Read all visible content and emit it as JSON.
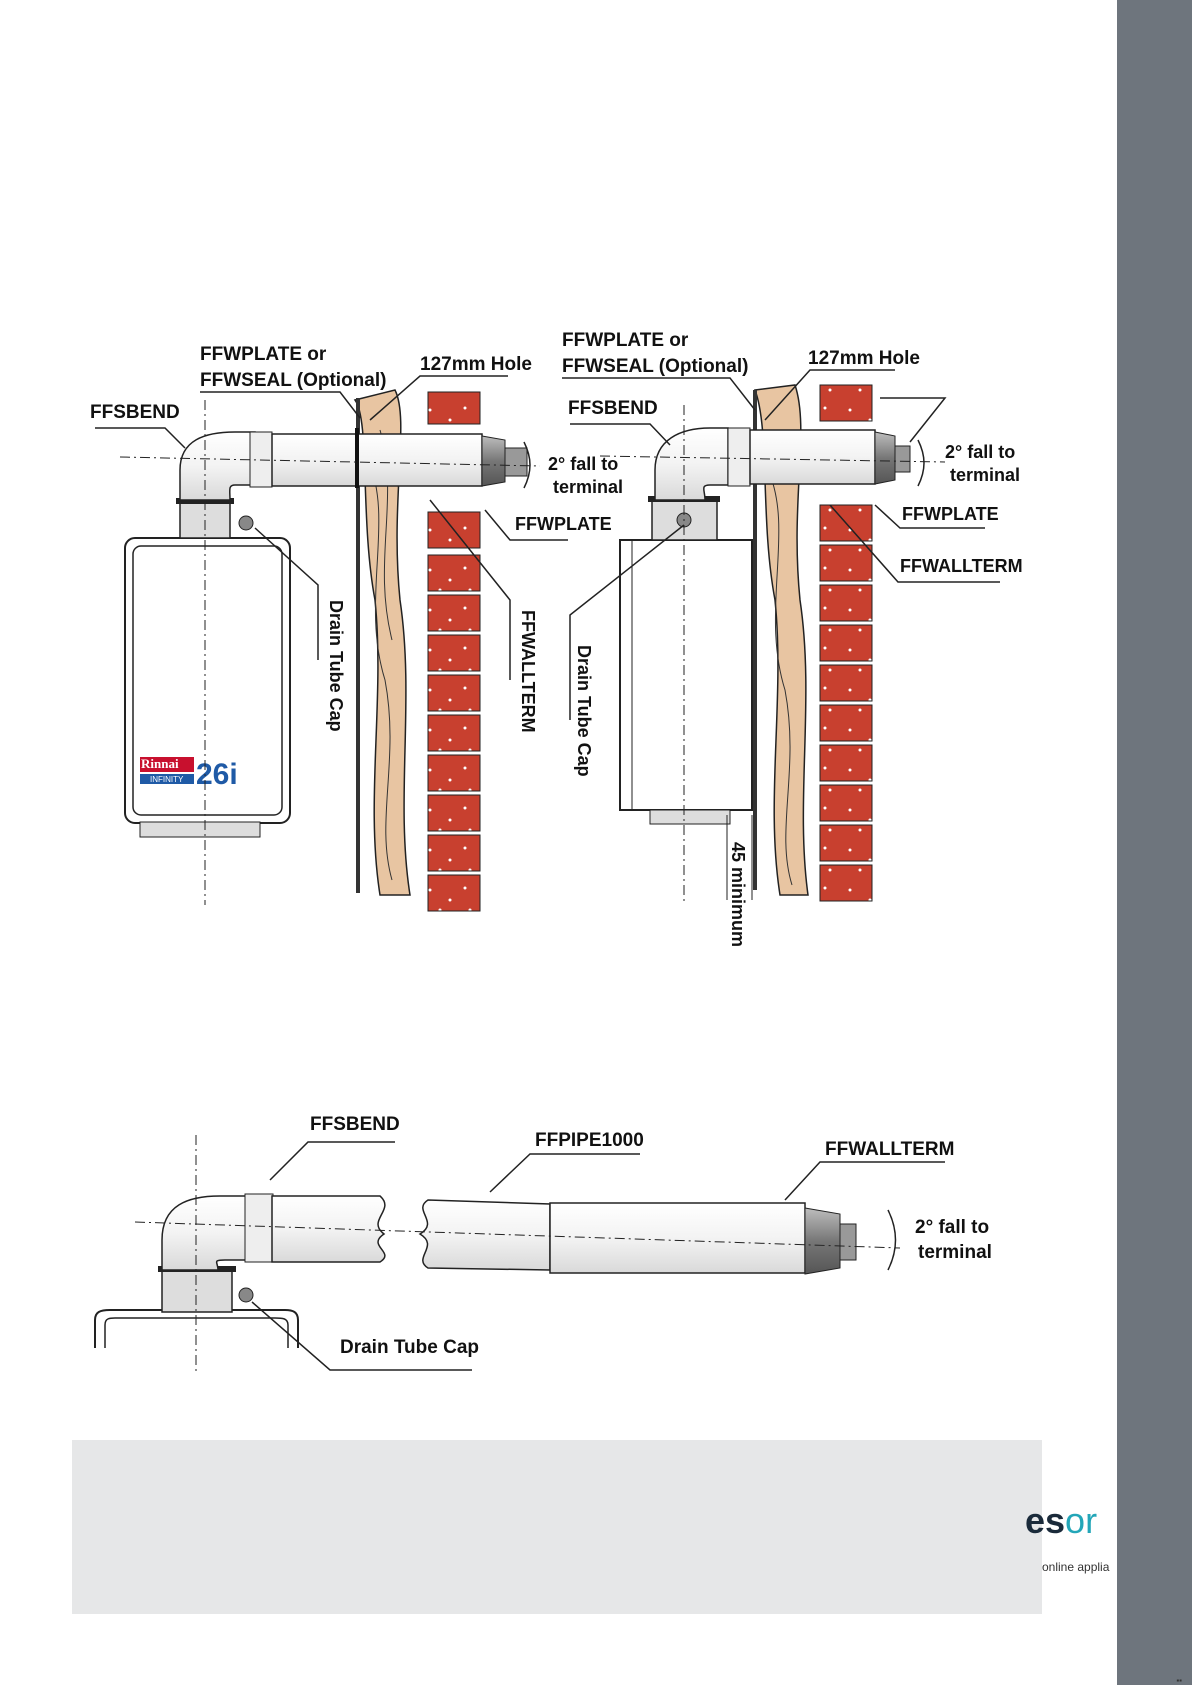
{
  "labels": {
    "top_left": {
      "plate": "FFWPLATE or",
      "seal": "FFWSEAL (Optional)",
      "hole": "127mm Hole",
      "bend": "FFSBEND",
      "fall1": "2° fall to",
      "fall2": "terminal",
      "wplate": "FFWPLATE",
      "wallterm": "FFWALLTERM",
      "drain": "Drain Tube Cap"
    },
    "top_right": {
      "plate": "FFWPLATE or",
      "seal": "FFWSEAL (Optional)",
      "hole": "127mm Hole",
      "bend": "FFSBEND",
      "fall1": "2° fall to",
      "fall2": "terminal",
      "wplate": "FFWPLATE",
      "wallterm": "FFWALLTERM",
      "drain": "Drain Tube Cap",
      "min": "45 minimum"
    },
    "bottom": {
      "bend": "FFSBEND",
      "pipe": "FFPIPE1000",
      "wallterm": "FFWALLTERM",
      "fall1": "2° fall to",
      "fall2": "terminal",
      "drain": "Drain Tube Cap"
    }
  },
  "heater_logo": {
    "brand": "Rinnai",
    "sub": "INFINITY",
    "model": "26i"
  },
  "footer": {
    "logo_main": "es",
    "logo_accent": "or",
    "tagline": "online applia"
  },
  "colors": {
    "sidebar": "#6e757d",
    "brick": "#c8402f",
    "wood": "#e8c5a2",
    "footer_box": "#e6e7e8",
    "logo_accent": "#23a6b8"
  }
}
